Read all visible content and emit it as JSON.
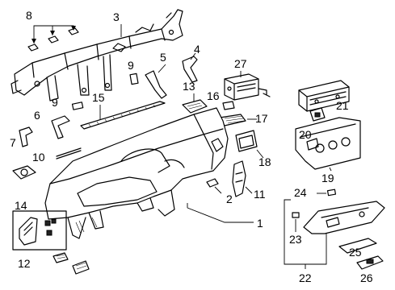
{
  "diagram": {
    "callouts": [
      {
        "id": "c1",
        "label": "1"
      },
      {
        "id": "c2",
        "label": "2"
      },
      {
        "id": "c3",
        "label": "3"
      },
      {
        "id": "c4",
        "label": "4"
      },
      {
        "id": "c5",
        "label": "5"
      },
      {
        "id": "c6",
        "label": "6"
      },
      {
        "id": "c7",
        "label": "7"
      },
      {
        "id": "c8",
        "label": "8"
      },
      {
        "id": "c9a",
        "label": "9"
      },
      {
        "id": "c9b",
        "label": "9"
      },
      {
        "id": "c10",
        "label": "10"
      },
      {
        "id": "c11",
        "label": "11"
      },
      {
        "id": "c12",
        "label": "12"
      },
      {
        "id": "c13",
        "label": "13"
      },
      {
        "id": "c14",
        "label": "14"
      },
      {
        "id": "c15",
        "label": "15"
      },
      {
        "id": "c16",
        "label": "16"
      },
      {
        "id": "c17",
        "label": "17"
      },
      {
        "id": "c18",
        "label": "18"
      },
      {
        "id": "c19",
        "label": "19"
      },
      {
        "id": "c20",
        "label": "20"
      },
      {
        "id": "c21",
        "label": "21"
      },
      {
        "id": "c22",
        "label": "22"
      },
      {
        "id": "c23",
        "label": "23"
      },
      {
        "id": "c24",
        "label": "24"
      },
      {
        "id": "c25",
        "label": "25"
      },
      {
        "id": "c26",
        "label": "26"
      },
      {
        "id": "c27",
        "label": "27"
      }
    ]
  }
}
